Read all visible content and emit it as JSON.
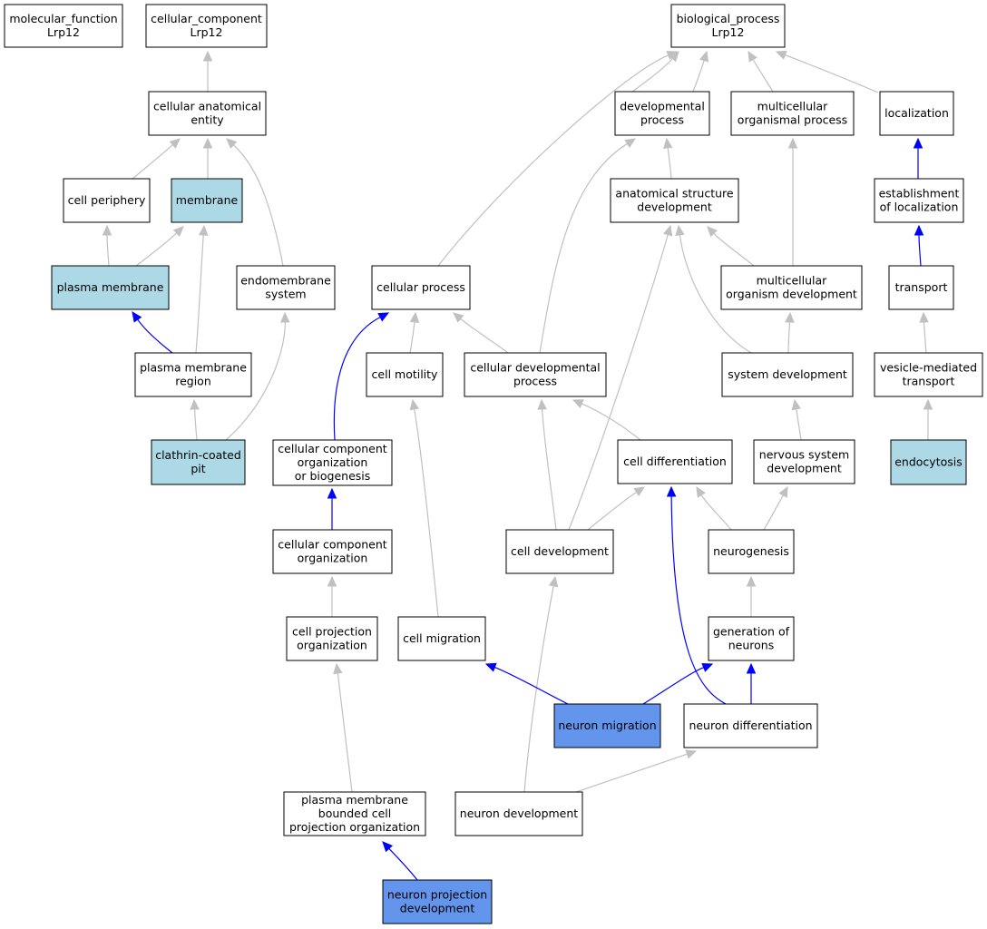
{
  "colors": {
    "gray_edge": "#c0c0c0",
    "blue_edge": "#0000ff",
    "white_fill": "#ffffff",
    "light_blue_fill": "#add8e6",
    "cornflower_fill": "#6495ed"
  },
  "nodes": [
    {
      "id": "molecular_function",
      "lines": [
        "molecular_function",
        "Lrp12"
      ],
      "fill": "white"
    },
    {
      "id": "cellular_component",
      "lines": [
        "cellular_component",
        "Lrp12"
      ],
      "fill": "white"
    },
    {
      "id": "biological_process",
      "lines": [
        "biological_process",
        "Lrp12"
      ],
      "fill": "white"
    },
    {
      "id": "cellular_anatomical_entity",
      "lines": [
        "cellular anatomical",
        "entity"
      ],
      "fill": "white"
    },
    {
      "id": "developmental_process",
      "lines": [
        "developmental",
        "process"
      ],
      "fill": "white"
    },
    {
      "id": "multicellular_organismal_process",
      "lines": [
        "multicellular",
        "organismal process"
      ],
      "fill": "white"
    },
    {
      "id": "localization",
      "lines": [
        "localization"
      ],
      "fill": "white"
    },
    {
      "id": "cell_periphery",
      "lines": [
        "cell periphery"
      ],
      "fill": "white"
    },
    {
      "id": "membrane",
      "lines": [
        "membrane"
      ],
      "fill": "light_blue"
    },
    {
      "id": "anatomical_structure_development",
      "lines": [
        "anatomical structure",
        "development"
      ],
      "fill": "white"
    },
    {
      "id": "establishment_of_localization",
      "lines": [
        "establishment",
        "of localization"
      ],
      "fill": "white"
    },
    {
      "id": "plasma_membrane",
      "lines": [
        "plasma membrane"
      ],
      "fill": "light_blue"
    },
    {
      "id": "endomembrane_system",
      "lines": [
        "endomembrane",
        "system"
      ],
      "fill": "white"
    },
    {
      "id": "cellular_process",
      "lines": [
        "cellular process"
      ],
      "fill": "white"
    },
    {
      "id": "multicellular_organism_development",
      "lines": [
        "multicellular",
        "organism development"
      ],
      "fill": "white"
    },
    {
      "id": "transport",
      "lines": [
        "transport"
      ],
      "fill": "white"
    },
    {
      "id": "plasma_membrane_region",
      "lines": [
        "plasma membrane",
        "region"
      ],
      "fill": "white"
    },
    {
      "id": "cell_motility",
      "lines": [
        "cell motility"
      ],
      "fill": "white"
    },
    {
      "id": "cellular_developmental_process",
      "lines": [
        "cellular developmental",
        "process"
      ],
      "fill": "white"
    },
    {
      "id": "system_development",
      "lines": [
        "system development"
      ],
      "fill": "white"
    },
    {
      "id": "vesicle_mediated_transport",
      "lines": [
        "vesicle-mediated",
        "transport"
      ],
      "fill": "white"
    },
    {
      "id": "clathrin_coated_pit",
      "lines": [
        "clathrin-coated",
        "pit"
      ],
      "fill": "light_blue"
    },
    {
      "id": "cellular_component_organization_or_biogenesis",
      "lines": [
        "cellular component",
        "organization",
        "or biogenesis"
      ],
      "fill": "white"
    },
    {
      "id": "cell_differentiation",
      "lines": [
        "cell differentiation"
      ],
      "fill": "white"
    },
    {
      "id": "nervous_system_development",
      "lines": [
        "nervous system",
        "development"
      ],
      "fill": "white"
    },
    {
      "id": "endocytosis",
      "lines": [
        "endocytosis"
      ],
      "fill": "light_blue"
    },
    {
      "id": "cellular_component_organization",
      "lines": [
        "cellular component",
        "organization"
      ],
      "fill": "white"
    },
    {
      "id": "cell_development",
      "lines": [
        "cell development"
      ],
      "fill": "white"
    },
    {
      "id": "neurogenesis",
      "lines": [
        "neurogenesis"
      ],
      "fill": "white"
    },
    {
      "id": "cell_projection_organization",
      "lines": [
        "cell projection",
        "organization"
      ],
      "fill": "white"
    },
    {
      "id": "cell_migration",
      "lines": [
        "cell migration"
      ],
      "fill": "white"
    },
    {
      "id": "generation_of_neurons",
      "lines": [
        "generation of",
        "neurons"
      ],
      "fill": "white"
    },
    {
      "id": "neuron_migration",
      "lines": [
        "neuron migration"
      ],
      "fill": "cornflower"
    },
    {
      "id": "neuron_differentiation",
      "lines": [
        "neuron differentiation"
      ],
      "fill": "white"
    },
    {
      "id": "plasma_membrane_bounded_cell_projection_organization",
      "lines": [
        "plasma membrane",
        "bounded cell",
        "projection organization"
      ],
      "fill": "white"
    },
    {
      "id": "neuron_development",
      "lines": [
        "neuron development"
      ],
      "fill": "white"
    },
    {
      "id": "neuron_projection_development",
      "lines": [
        "neuron projection",
        "development"
      ],
      "fill": "cornflower"
    }
  ],
  "edges": [
    {
      "from": "cellular_anatomical_entity",
      "to": "cellular_component",
      "color": "gray"
    },
    {
      "from": "developmental_process",
      "to": "biological_process",
      "color": "gray"
    },
    {
      "from": "multicellular_organismal_process",
      "to": "biological_process",
      "color": "gray"
    },
    {
      "from": "localization",
      "to": "biological_process",
      "color": "gray"
    },
    {
      "from": "cellular_process",
      "to": "biological_process",
      "color": "gray"
    },
    {
      "from": "cell_periphery",
      "to": "cellular_anatomical_entity",
      "color": "gray"
    },
    {
      "from": "membrane",
      "to": "cellular_anatomical_entity",
      "color": "gray"
    },
    {
      "from": "endomembrane_system",
      "to": "cellular_anatomical_entity",
      "color": "gray"
    },
    {
      "from": "anatomical_structure_development",
      "to": "developmental_process",
      "color": "gray"
    },
    {
      "from": "cellular_developmental_process",
      "to": "developmental_process",
      "color": "gray"
    },
    {
      "from": "multicellular_organism_development",
      "to": "multicellular_organismal_process",
      "color": "gray"
    },
    {
      "from": "establishment_of_localization",
      "to": "localization",
      "color": "gray"
    },
    {
      "from": "plasma_membrane",
      "to": "cell_periphery",
      "color": "blue"
    },
    {
      "from": "plasma_membrane",
      "to": "membrane",
      "color": "gray"
    },
    {
      "from": "plasma_membrane_region",
      "to": "membrane",
      "color": "gray"
    },
    {
      "from": "multicellular_organism_development",
      "to": "anatomical_structure_development",
      "color": "gray"
    },
    {
      "from": "system_development",
      "to": "anatomical_structure_development",
      "color": "gray"
    },
    {
      "from": "cell_development",
      "to": "anatomical_structure_development",
      "color": "gray"
    },
    {
      "from": "transport",
      "to": "establishment_of_localization",
      "color": "gray"
    },
    {
      "from": "plasma_membrane_region",
      "to": "plasma_membrane",
      "color": "blue"
    },
    {
      "from": "clathrin_coated_pit",
      "to": "endomembrane_system",
      "color": "blue"
    },
    {
      "from": "cell_motility",
      "to": "cellular_process",
      "color": "gray"
    },
    {
      "from": "cellular_developmental_process",
      "to": "cellular_process",
      "color": "gray"
    },
    {
      "from": "cellular_component_organization_or_biogenesis",
      "to": "cellular_process",
      "color": "gray"
    },
    {
      "from": "system_development",
      "to": "multicellular_organism_development",
      "color": "blue"
    },
    {
      "from": "vesicle_mediated_transport",
      "to": "transport",
      "color": "gray"
    },
    {
      "from": "clathrin_coated_pit",
      "to": "plasma_membrane_region",
      "color": "gray"
    },
    {
      "from": "cell_migration",
      "to": "cell_motility",
      "color": "gray"
    },
    {
      "from": "cell_differentiation",
      "to": "cellular_developmental_process",
      "color": "gray"
    },
    {
      "from": "cell_development",
      "to": "cellular_developmental_process",
      "color": "gray"
    },
    {
      "from": "nervous_system_development",
      "to": "system_development",
      "color": "gray"
    },
    {
      "from": "endocytosis",
      "to": "vesicle_mediated_transport",
      "color": "gray"
    },
    {
      "from": "cellular_component_organization",
      "to": "cellular_component_organization_or_biogenesis",
      "color": "gray"
    },
    {
      "from": "cell_development",
      "to": "cell_differentiation",
      "color": "blue"
    },
    {
      "from": "neurogenesis",
      "to": "cell_differentiation",
      "color": "gray"
    },
    {
      "from": "neuron_differentiation",
      "to": "cell_differentiation",
      "color": "gray"
    },
    {
      "from": "neurogenesis",
      "to": "nervous_system_development",
      "color": "blue"
    },
    {
      "from": "cell_projection_organization",
      "to": "cellular_component_organization",
      "color": "gray"
    },
    {
      "from": "neuron_development",
      "to": "cell_development",
      "color": "gray"
    },
    {
      "from": "generation_of_neurons",
      "to": "neurogenesis",
      "color": "gray"
    },
    {
      "from": "plasma_membrane_bounded_cell_projection_organization",
      "to": "cell_projection_organization",
      "color": "gray"
    },
    {
      "from": "neuron_migration",
      "to": "cell_migration",
      "color": "gray"
    },
    {
      "from": "neuron_migration",
      "to": "generation_of_neurons",
      "color": "blue"
    },
    {
      "from": "neuron_differentiation",
      "to": "generation_of_neurons",
      "color": "blue"
    },
    {
      "from": "neuron_development",
      "to": "neuron_differentiation",
      "color": "blue"
    },
    {
      "from": "neuron_projection_development",
      "to": "plasma_membrane_bounded_cell_projection_organization",
      "color": "gray"
    },
    {
      "from": "neuron_projection_development",
      "to": "neuron_development",
      "color": "blue"
    }
  ]
}
